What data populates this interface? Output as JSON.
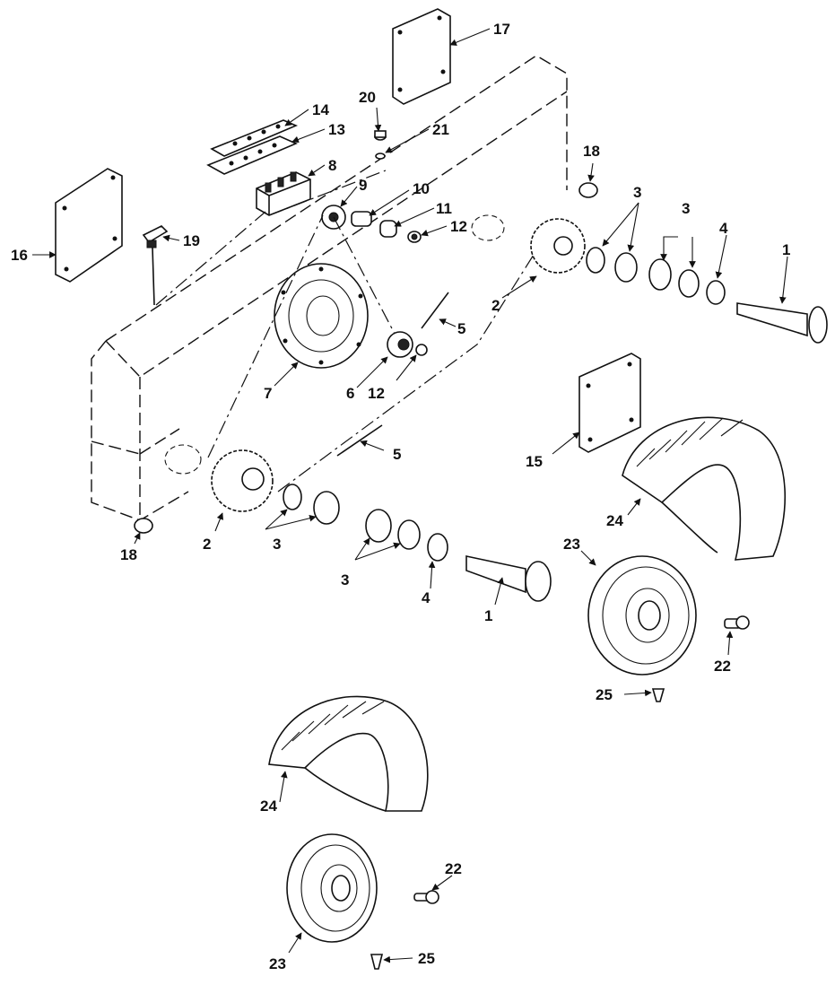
{
  "diagram": {
    "type": "exploded-parts-view",
    "callouts": {
      "p1a": "1",
      "p1b": "1",
      "p2a": "2",
      "p2b": "2",
      "p3a": "3",
      "p3b": "3",
      "p3c": "3",
      "p3d": "3",
      "p4a": "4",
      "p4b": "4",
      "p5a": "5",
      "p5b": "5",
      "p6": "6",
      "p7": "7",
      "p8": "8",
      "p9": "9",
      "p10": "10",
      "p11": "11",
      "p12a": "12",
      "p12b": "12",
      "p13": "13",
      "p14": "14",
      "p15": "15",
      "p16": "16",
      "p17": "17",
      "p18a": "18",
      "p18b": "18",
      "p19": "19",
      "p20": "20",
      "p21": "21",
      "p22a": "22",
      "p22b": "22",
      "p23a": "23",
      "p23b": "23",
      "p24a": "24",
      "p24b": "24",
      "p25a": "25",
      "p25b": "25"
    }
  }
}
